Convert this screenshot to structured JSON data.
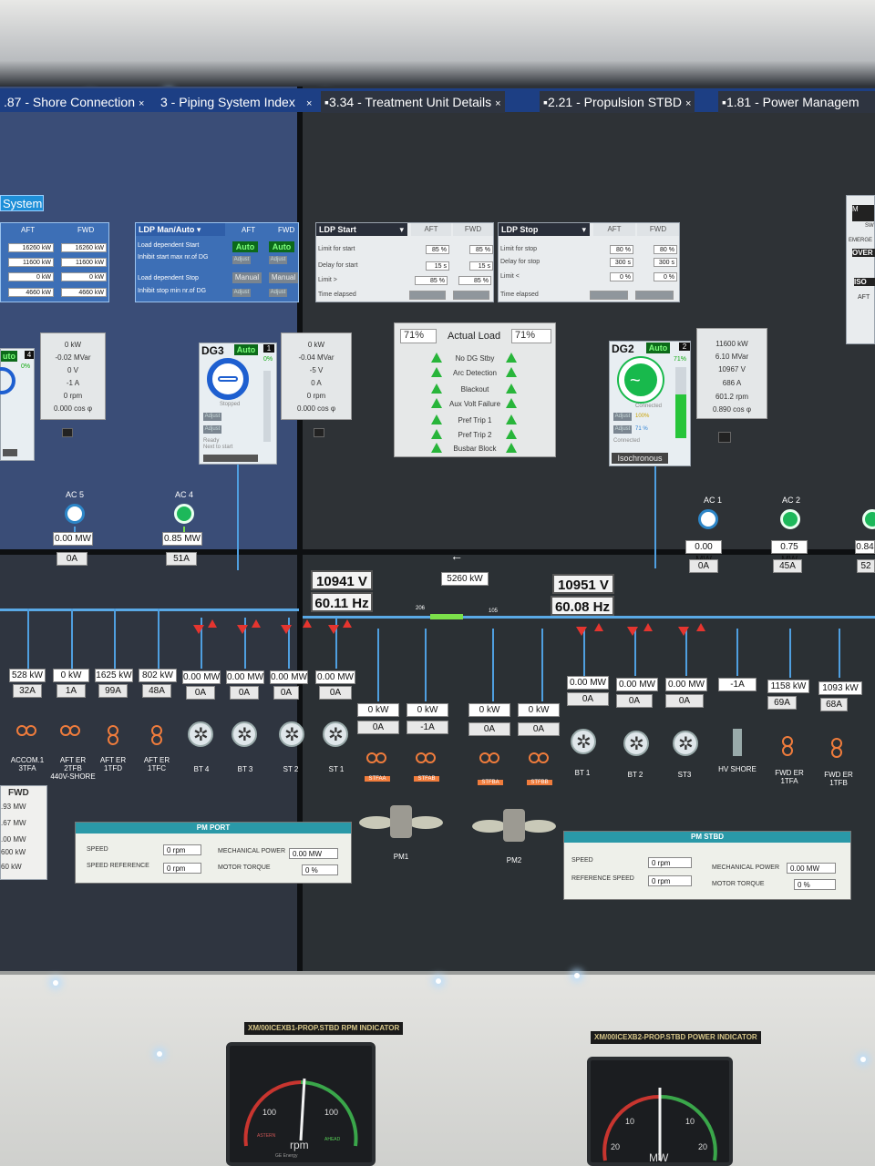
{
  "tabs": [
    {
      "label": ".87 - Shore Connection",
      "close": "×"
    },
    {
      "label": "3 - Piping System Index",
      "close": "×"
    },
    {
      "label": "3.34 - Treatment Unit Details",
      "close": "×"
    },
    {
      "label": "2.21 - Propulsion STBD",
      "close": "×"
    },
    {
      "label": "1.81 - Power Managem",
      "close": ""
    }
  ],
  "system_header": "System",
  "left_power_table": {
    "aft": "AFT",
    "fwd": "FWD",
    "rows": [
      [
        "16260 kW",
        "16260 kW"
      ],
      [
        "11600 kW",
        "11600 kW"
      ],
      [
        "0 kW",
        "0 kW"
      ],
      [
        "4660 kW",
        "4660 kW"
      ]
    ]
  },
  "ldp_manauto": {
    "title": "LDP Man/Auto",
    "aft": "AFT",
    "fwd": "FWD",
    "row1": "Load dependent Start",
    "row2": "Inhibit start max nr.of DG",
    "row3": "Load dependent Stop",
    "row4": "Inhibit stop min nr.of DG",
    "auto": "Auto",
    "manual": "Manual",
    "adjust": "Adjust"
  },
  "ldp_start": {
    "title": "LDP Start",
    "aft": "AFT",
    "fwd": "FWD",
    "rows": [
      {
        "label": "Limit for start",
        "aft": "85 %",
        "fwd": "85 %"
      },
      {
        "label": "Delay for start",
        "aft": "15 s",
        "fwd": "15 s"
      },
      {
        "label": "Limit >",
        "aft": "85 %",
        "fwd": "85 %"
      },
      {
        "label": "Time elapsed",
        "aft": "",
        "fwd": ""
      }
    ]
  },
  "ldp_stop": {
    "title": "LDP Stop",
    "aft": "AFT",
    "fwd": "FWD",
    "rows": [
      {
        "label": "Limit for stop",
        "aft": "80 %",
        "fwd": "80 %"
      },
      {
        "label": "Delay for stop",
        "aft": "300 s",
        "fwd": "300 s"
      },
      {
        "label": "Limit <",
        "aft": "0 %",
        "fwd": "0 %"
      },
      {
        "label": "Time elapsed",
        "aft": "",
        "fwd": ""
      }
    ]
  },
  "dg_left_readout": [
    "0 kW",
    "-0.02 MVar",
    "0 V",
    "-1 A",
    "0 rpm",
    "0.000 cos φ"
  ],
  "dg3": {
    "name": "DG3",
    "mode": "Auto",
    "num": "1",
    "pct": "0%",
    "status": "Stopped",
    "note1": "Ready",
    "note2": "Next to start"
  },
  "dg3_readout": [
    "0 kW",
    "-0.04 MVar",
    "-5 V",
    "0 A",
    "0 rpm",
    "0.000 cos φ"
  ],
  "actual_load": {
    "title": "Actual Load",
    "left_pct": "71%",
    "right_pct": "71%",
    "items": [
      "No DG Stby",
      "Arc Detection",
      "Blackout",
      "Aux Volt Failure",
      "Pref Trip 1",
      "Pref Trip 2",
      "Busbar Block"
    ]
  },
  "dg2": {
    "name": "DG2",
    "mode": "Auto",
    "num": "2",
    "pct": "71%",
    "status": "Connected",
    "state": "Connected",
    "mode_label": "Isochronous",
    "p1": "100%",
    "p2": "71 %"
  },
  "dg2_readout": [
    "11600 kW",
    "6.10 MVar",
    "10967 V",
    "686 A",
    "601.2 rpm",
    "0.890 cos φ"
  ],
  "left_partial": {
    "auto": "uto",
    "num": "4",
    "pct": "0%"
  },
  "ac_units": [
    {
      "name": "AC 5",
      "mw": "0.00 MW",
      "a": "0A"
    },
    {
      "name": "AC 4",
      "mw": "0.85 MW",
      "a": "51A"
    },
    {
      "name": "AC 1",
      "mw": "0.00 MW",
      "a": "0A"
    },
    {
      "name": "AC 2",
      "mw": "0.75 MW",
      "a": "45A"
    },
    {
      "name": "",
      "mw": "0.84",
      "a": "52"
    }
  ],
  "bus_readout": {
    "port_v": "10941 V",
    "port_hz": "60.11 Hz",
    "tie_kw": "5260 kW",
    "stbd_v": "10951 V",
    "stbd_hz": "60.08 Hz",
    "arrow": "←",
    "t1": "206",
    "t2": "105"
  },
  "feeders_left": [
    {
      "kw": "528 kW",
      "a": "32A",
      "name": "ACCOM.1\n3TFA"
    },
    {
      "kw": "0 kW",
      "a": "1A",
      "name": "AFT ER\n2TFB\n440V-SHORE"
    },
    {
      "kw": "1625 kW",
      "a": "99A",
      "name": "AFT ER\n1TFD"
    },
    {
      "kw": "802 kW",
      "a": "48A",
      "name": "AFT ER\n1TFC"
    },
    {
      "kw": "0.00 MW",
      "a": "0A",
      "name": "BT 4"
    },
    {
      "kw": "0.00 MW",
      "a": "0A",
      "name": "BT 3"
    },
    {
      "kw": "0.00 MW",
      "a": "0A",
      "name": "ST 2"
    },
    {
      "kw": "0.00 MW",
      "a": "0A",
      "name": "ST 1"
    }
  ],
  "feeders_mid": [
    {
      "kw": "0 kW",
      "a": "0A",
      "name": "STFAA"
    },
    {
      "kw": "0 kW",
      "a": "-1A",
      "name": "STFAB"
    },
    {
      "kw": "0 kW",
      "a": "0A",
      "name": "STFBA"
    },
    {
      "kw": "0 kW",
      "a": "0A",
      "name": "STFBB"
    }
  ],
  "feeders_right": [
    {
      "kw": "0.00 MW",
      "a": "0A",
      "name": "BT 1"
    },
    {
      "kw": "0.00 MW",
      "a": "0A",
      "name": "BT 2"
    },
    {
      "kw": "0.00 MW",
      "a": "0A",
      "name": "ST3"
    },
    {
      "kw": "-1A",
      "a": "",
      "name": "HV SHORE"
    },
    {
      "kw": "1158 kW",
      "a": "69A",
      "name": "FWD ER\n1TFA"
    },
    {
      "kw": "1093 kW",
      "a": "68A",
      "name": "FWD ER\n1TFB"
    }
  ],
  "pm_labels": {
    "pm1": "PM1",
    "pm2": "PM2"
  },
  "fwd_list": {
    "title": "FWD",
    "rows": [
      ".93 MW",
      ".67 MW",
      ".00 MW",
      "600 kW",
      "60 kW"
    ]
  },
  "pm_port": {
    "title": "PM PORT",
    "speed": "SPEED",
    "speed_ref": "SPEED REFERENCE",
    "mech": "MECHANICAL POWER",
    "torque": "MOTOR TORQUE",
    "speed_v": "0 rpm",
    "ref_v": "0 rpm",
    "mech_v": "0.00 MW",
    "torque_v": "0 %"
  },
  "pm_stbd": {
    "title": "PM STBD",
    "speed": "SPEED",
    "speed_ref": "REFERENCE SPEED",
    "mech": "MECHANICAL POWER",
    "torque": "MOTOR TORQUE",
    "speed_v": "0 rpm",
    "ref_v": "0 rpm",
    "mech_v": "0.00 MW",
    "torque_v": "0 %"
  },
  "right_edge": {
    "mode": "M",
    "over": "OVER",
    "iso": "ISO",
    "aft": "AFT",
    "emerg": "EMERGE",
    "sw": "SW"
  },
  "gauges": [
    {
      "label": "XM/00ICEXB1-PROP.STBD RPM INDICATOR",
      "unit": "rpm",
      "l1": "100",
      "l2": "100",
      "brand": "GE Energy",
      "astern": "ASTERN",
      "ahead": "AHEAD"
    },
    {
      "label": "XM/00ICEXB2-PROP.STBD POWER INDICATOR",
      "unit": "MW",
      "l1": "10",
      "l2": "10",
      "l3": "20",
      "l4": "20"
    }
  ],
  "colors": {
    "accent_blue": "#1d3f84",
    "bus": "#5aa9e6",
    "alarm_red": "#e5352f",
    "ok_green": "#28b53a",
    "pm_title": "#2a99a8"
  }
}
